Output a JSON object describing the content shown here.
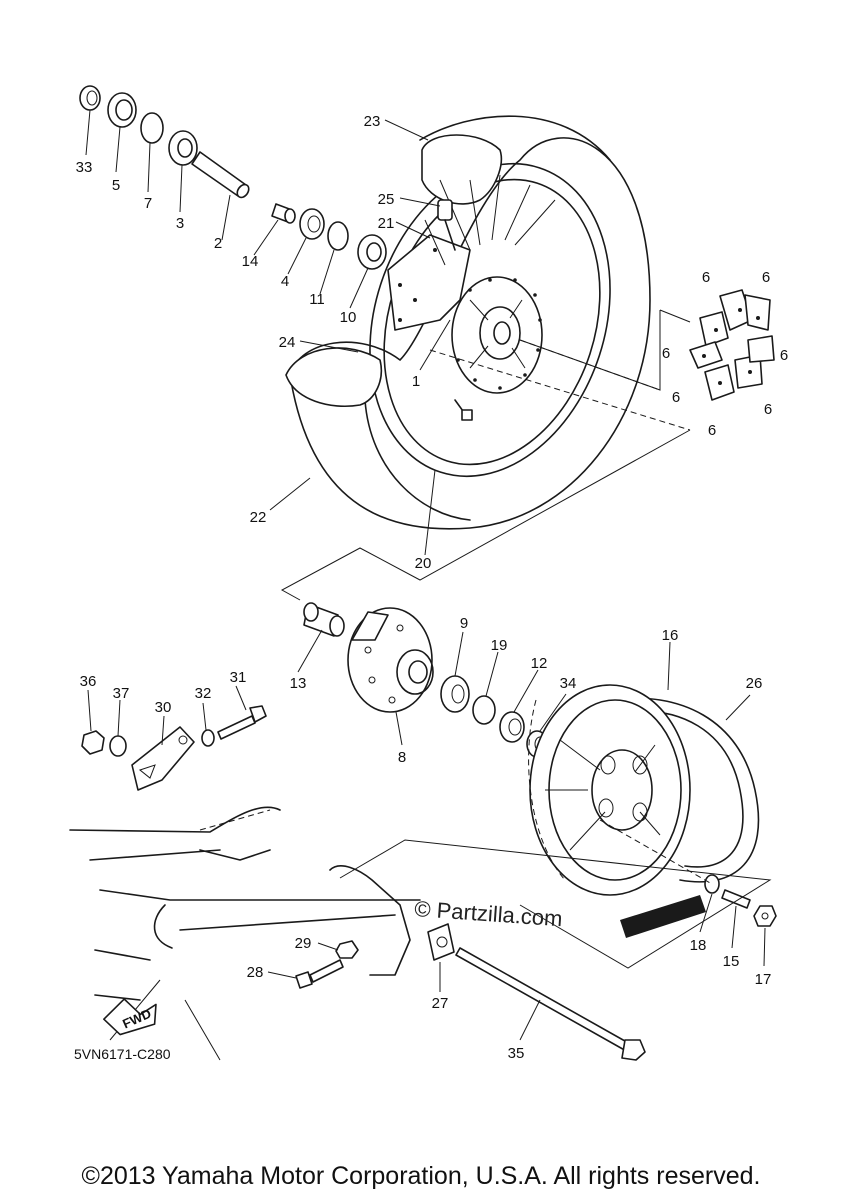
{
  "diagram_code": "5VN6171-C280",
  "watermark": "© Partzilla.com",
  "fwd_label": "FWD",
  "copyright": "©2013 Yamaha Motor Corporation, U.S.A. All rights reserved.",
  "callouts": [
    "33",
    "5",
    "7",
    "3",
    "2",
    "14",
    "4",
    "11",
    "10",
    "1",
    "23",
    "25",
    "21",
    "24",
    "22",
    "20",
    "6",
    "6",
    "6",
    "6",
    "6",
    "6",
    "6",
    "13",
    "8",
    "9",
    "19",
    "12",
    "34",
    "16",
    "26",
    "36",
    "37",
    "30",
    "32",
    "31",
    "29",
    "28",
    "27",
    "35",
    "18",
    "15",
    "17"
  ]
}
